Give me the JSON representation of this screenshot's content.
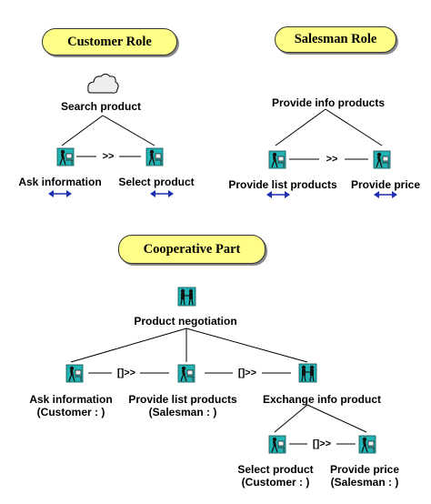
{
  "customer_role": {
    "title": "Customer Role",
    "root_task": "Search product",
    "tasks": [
      "Ask information",
      "Select product"
    ],
    "operator": ">>"
  },
  "salesman_role": {
    "title": "Salesman Role",
    "root_task": "Provide info products",
    "tasks": [
      "Provide list products",
      "Provide price"
    ],
    "operator": ">>"
  },
  "cooperative_part": {
    "title": "Cooperative Part",
    "root_task": "Product negotiation",
    "tasks": [
      {
        "name": "Ask information",
        "role": "(Customer : )"
      },
      {
        "name": "Provide list products",
        "role": "(Salesman : )"
      },
      {
        "name": "Exchange info product",
        "role": ""
      }
    ],
    "operator": "[]>>",
    "subtasks": [
      {
        "name": "Select product",
        "role": "(Customer : )"
      },
      {
        "name": "Provide price",
        "role": "(Salesman : )"
      }
    ],
    "sub_operator": "[]>>"
  },
  "colors": {
    "box_fill": "#ffff88",
    "icon_bg": "#22b4b4",
    "arrow": "#1c2fb0"
  },
  "icons": [
    "cloud-icon",
    "user-task-icon",
    "cooperative-task-icon",
    "double-arrow-icon"
  ]
}
